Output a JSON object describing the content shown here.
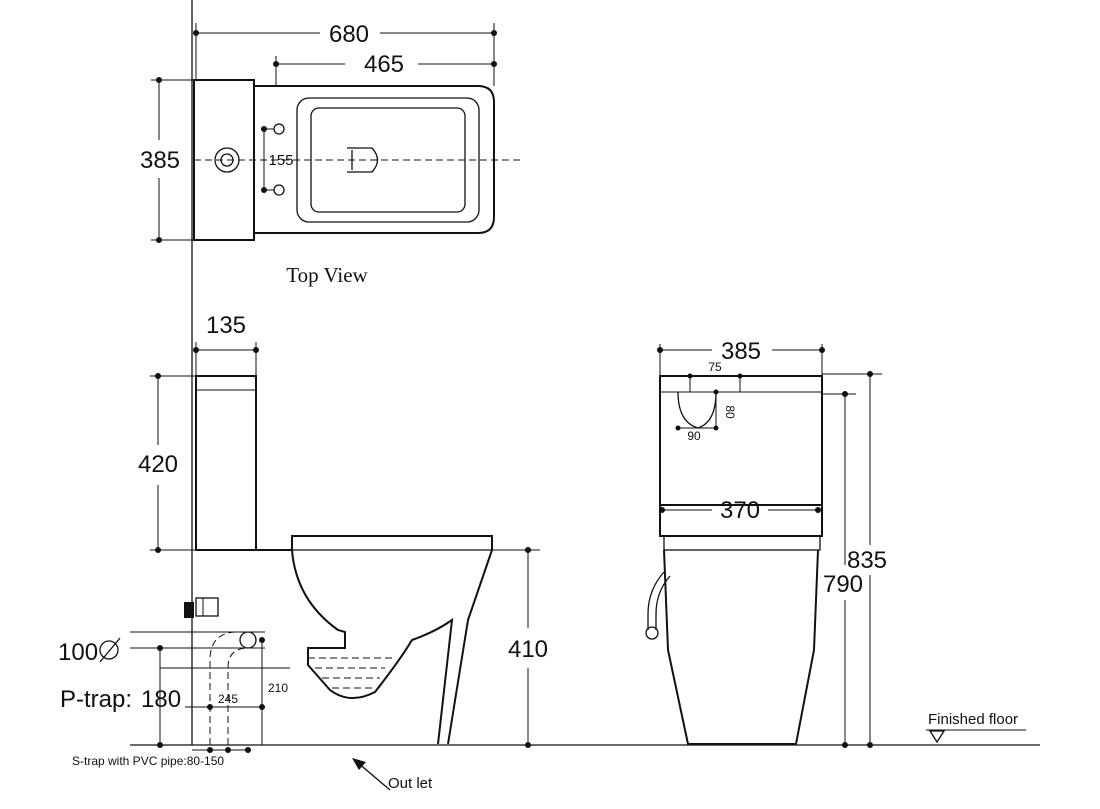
{
  "top_view": {
    "title": "Top View",
    "overall_length": "680",
    "bowl_length": "465",
    "width": "385",
    "hole_spacing": "155"
  },
  "side_view": {
    "tank_depth": "135",
    "tank_height": "420",
    "seat_height": "410",
    "trap_dia": "100",
    "p_trap_label": "P-trap:",
    "p_trap_value": "180",
    "s_trap_a": "245",
    "s_trap_b": "210",
    "s_trap_note": "S-trap with PVC pipe:80-150",
    "outlet_label": "Out let"
  },
  "front_view": {
    "width": "385",
    "lid_width": "370",
    "tank_hole_w": "75",
    "tank_hole_h": "80",
    "tank_hole_b": "90",
    "height_to_tank": "790",
    "overall_height": "835",
    "floor_label": "Finished floor"
  }
}
